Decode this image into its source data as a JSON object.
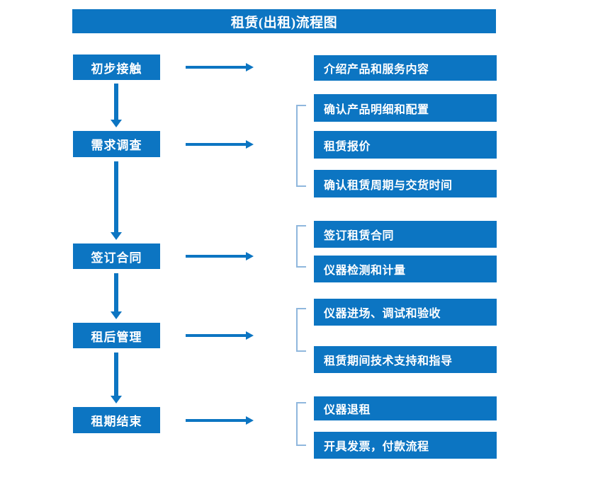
{
  "chart_data": {
    "type": "diagram",
    "title": "租赁(出租)流程图",
    "diagram_kind": "flowchart",
    "stages": [
      {
        "label": "初步接触",
        "details": [
          "介绍产品和服务内容"
        ],
        "bracketed": false
      },
      {
        "label": "需求调查",
        "details": [
          "确认产品明细和配置",
          "租赁报价",
          "确认租赁周期与交货时间"
        ],
        "bracketed": true
      },
      {
        "label": "签订合同",
        "details": [
          "签订租赁合同",
          "仪器检测和计量"
        ],
        "bracketed": true
      },
      {
        "label": "租后管理",
        "details": [
          "仪器进场、调试和验收",
          "租赁期间技术支持和指导"
        ],
        "bracketed": true
      },
      {
        "label": "租期结束",
        "details": [
          "仪器退租",
          "开具发票，付款流程"
        ],
        "bracketed": true
      }
    ]
  },
  "title": {
    "text": "租赁(出租)流程图"
  },
  "stages": [
    {
      "label": "初步接触"
    },
    {
      "label": "需求调查"
    },
    {
      "label": "签订合同"
    },
    {
      "label": "租后管理"
    },
    {
      "label": "租期结束"
    }
  ],
  "details": [
    {
      "label": "介绍产品和服务内容"
    },
    {
      "label": "确认产品明细和配置"
    },
    {
      "label": "租赁报价"
    },
    {
      "label": "确认租赁周期与交货时间"
    },
    {
      "label": "签订租赁合同"
    },
    {
      "label": "仪器检测和计量"
    },
    {
      "label": "仪器进场、调试和验收"
    },
    {
      "label": "租赁期间技术支持和指导"
    },
    {
      "label": "仪器退租"
    },
    {
      "label": "开具发票，付款流程"
    }
  ],
  "colors": {
    "box_fill": "#0c75c2",
    "box_text": "#ffffff",
    "arrow": "#0c75c2",
    "bracket": "#8fb7dd",
    "background": "#ffffff"
  }
}
